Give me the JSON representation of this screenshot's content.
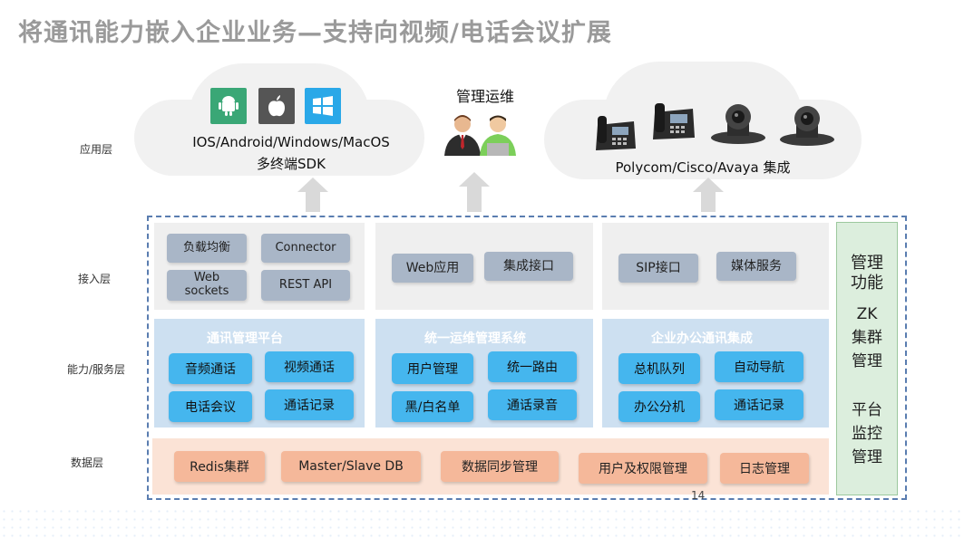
{
  "title": "将通讯能力嵌入企业业务—支持向视频/电话会议扩展",
  "layers": {
    "app": "应用层",
    "access": "接入层",
    "service": "能力/服务层",
    "data": "数据层"
  },
  "app_layer": {
    "left_cloud_line1": "IOS/Android/Windows/MacOS",
    "left_cloud_line2": "多终端SDK",
    "middle_title": "管理运维",
    "right_cloud_text": "Polycom/Cisco/Avaya 集成"
  },
  "access_layer": {
    "group1": [
      "负载均衡",
      "Connector",
      "Web sockets",
      "REST API"
    ],
    "group2": [
      "Web应用",
      "集成接口"
    ],
    "group3": [
      "SIP接口",
      "媒体服务"
    ]
  },
  "service_layer": {
    "panels": [
      {
        "title": "通讯管理平台",
        "buttons": [
          "音频通话",
          "视频通话",
          "电话会议",
          "通话记录"
        ]
      },
      {
        "title": "统一运维管理系统",
        "buttons": [
          "用户管理",
          "统一路由",
          "黑/白名单",
          "通话录音"
        ]
      },
      {
        "title": "企业办公通讯集成",
        "buttons": [
          "总机队列",
          "自动导航",
          "办公分机",
          "通话记录"
        ]
      }
    ]
  },
  "data_layer": [
    "Redis集群",
    "Master/Slave DB",
    "数据同步管理",
    "用户及权限管理",
    "日志管理"
  ],
  "management": {
    "title_line1": "管理",
    "title_line2": "功能",
    "line3": "ZK",
    "line4": "集群",
    "line5": "管理",
    "line6": "平台",
    "line7": "监控",
    "line8": "管理"
  },
  "page_number": "14",
  "colors": {
    "android": "#3aa776",
    "apple": "#555555",
    "windows": "#2aa8e8",
    "service_button": "#45b6ee",
    "data_button": "#f5b89a",
    "access_button": "#a9b6c7"
  }
}
